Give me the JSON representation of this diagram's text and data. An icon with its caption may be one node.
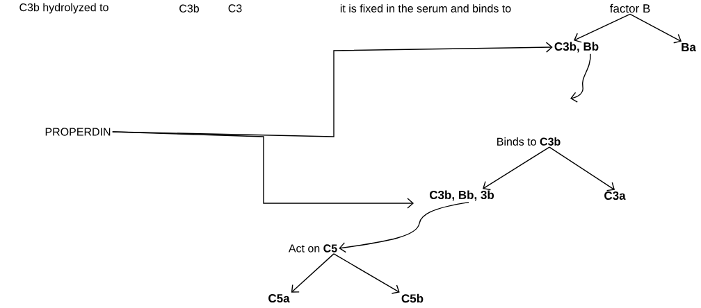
{
  "diagram": {
    "nodes": [
      {
        "text": [
          "factor B"
        ]
      },
      {
        "text": [
          "PROPERDIN"
        ]
      },
      {
        "text": [
          "C3b, Bb"
        ]
      },
      {
        "text": [
          "Ba"
        ]
      },
      {
        "text": [
          "Binds to **C3b**"
        ]
      },
      {
        "text": [
          "C3b, Bb, 3b"
        ]
      },
      {
        "text": [
          "C3a"
        ]
      },
      {
        "text": [
          "Act on **C5**"
        ]
      },
      {
        "text": [
          "C5a"
        ]
      },
      {
        "text": [
          "C5b"
        ]
      }
    ],
    "edges": [
      {
        "from": 0,
        "to": 2,
        "arrow": "to"
      },
      {
        "from": 0,
        "to": 3,
        "arrow": "to"
      },
      {
        "from": 1,
        "to": 2,
        "arrow": "to"
      },
      {
        "from": 1,
        "to": 5,
        "arrow": "to"
      },
      {
        "from": 2,
        "to": null,
        "arrow": "to"
      },
      {
        "from": 4,
        "to": 5,
        "arrow": "to"
      },
      {
        "from": 4,
        "to": 6,
        "arrow": "to"
      },
      {
        "from": 5,
        "to": 7,
        "arrow": "to"
      },
      {
        "from": 7,
        "to": 8,
        "arrow": "to"
      },
      {
        "from": 7,
        "to": 9,
        "arrow": "to"
      }
    ],
    "labels": [
      "C3b hydrolyzed to",
      "C3b",
      "C3",
      "it is fixed in the serum and binds to"
    ]
  }
}
